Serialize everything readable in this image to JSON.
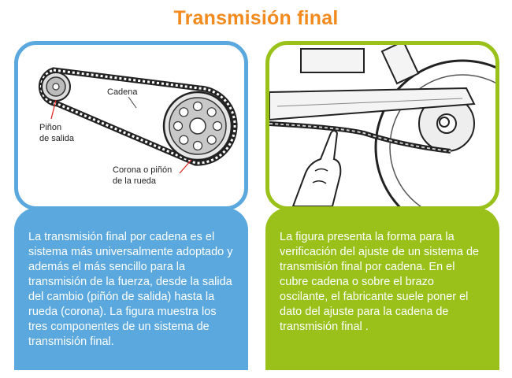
{
  "title": "Transmisión final",
  "left_panel": {
    "labels": {
      "cadena": "Cadena",
      "pinon_line1": "Piñon",
      "pinon_line2": "de salida",
      "corona_line1": "Corona o piñón",
      "corona_line2": "de la rueda"
    },
    "text": "La transmisión final por cadena es el sistema más universalmente adoptado y además el más sencillo para la transmisión de la fuerza, desde la salida del cambio (piñón de salida) hasta la rueda (corona). La figura muestra los tres componentes de un sistema de transmisión final."
  },
  "right_panel": {
    "text": "La figura presenta la forma para la verificación del ajuste de un sistema de transmisión final por cadena. En el cubre cadena o sobre el brazo oscilante, el fabricante suele poner el dato del ajuste para la cadena de transmisión final ."
  },
  "colors": {
    "title": "#f28a1e",
    "left_accent": "#5aa8dd",
    "right_accent": "#99c11a",
    "pointer_line": "#e02020"
  },
  "icons": [
    "chain-drive-illustration",
    "chain-check-illustration"
  ]
}
